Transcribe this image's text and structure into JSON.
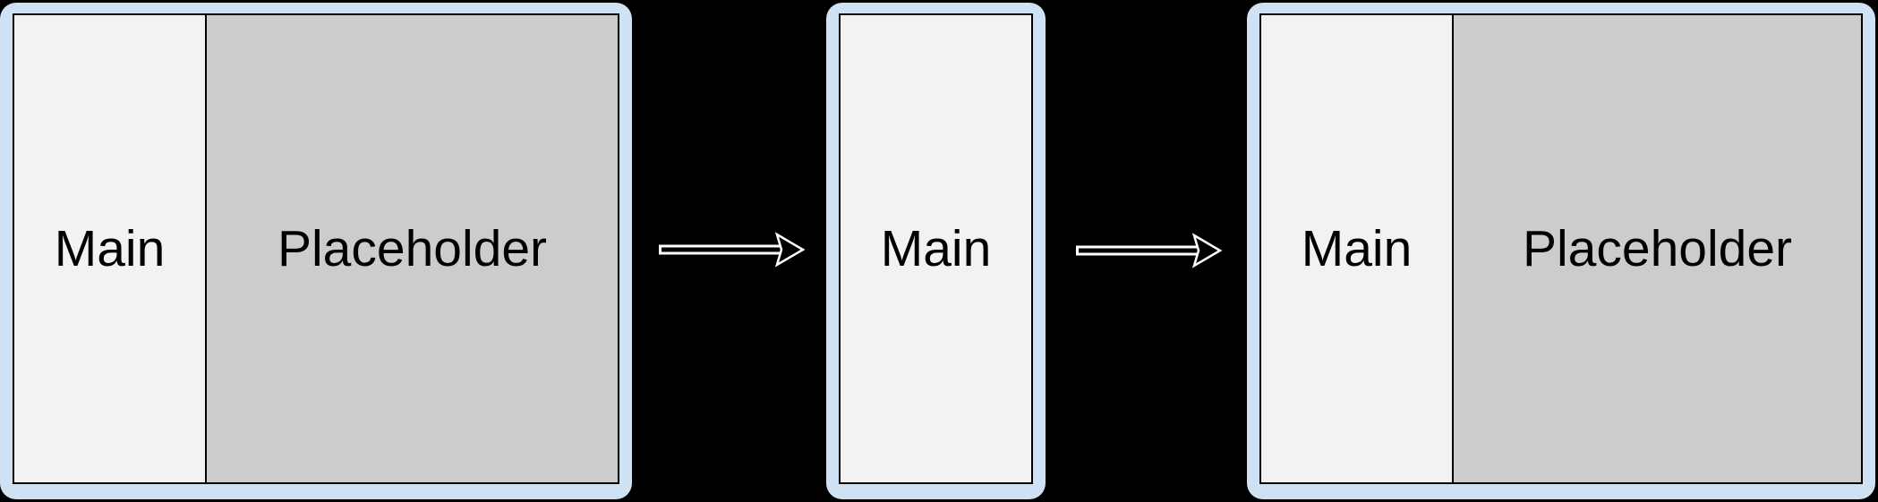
{
  "canvas": {
    "background_color": "#000000"
  },
  "colors": {
    "panel_frame_fill": "#cfe2f3",
    "main_pane_fill": "#f2f2f2",
    "placeholder_pane_fill": "#cccccc",
    "pane_border": "#000000",
    "label_text": "#000000",
    "arrow_fill": "#000000",
    "arrow_outline": "#ffffff"
  },
  "panels": [
    {
      "name": "expanded-layout-left",
      "sections": [
        {
          "role": "main",
          "label": "Main"
        },
        {
          "role": "placeholder",
          "label": "Placeholder"
        }
      ]
    },
    {
      "name": "compact-layout-middle",
      "sections": [
        {
          "role": "main",
          "label": "Main"
        }
      ]
    },
    {
      "name": "expanded-layout-right",
      "sections": [
        {
          "role": "main",
          "label": "Main"
        },
        {
          "role": "placeholder",
          "label": "Placeholder"
        }
      ]
    }
  ],
  "arrows": [
    {
      "name": "arrow-left-to-middle",
      "direction": "right"
    },
    {
      "name": "arrow-middle-to-right",
      "direction": "right"
    }
  ]
}
